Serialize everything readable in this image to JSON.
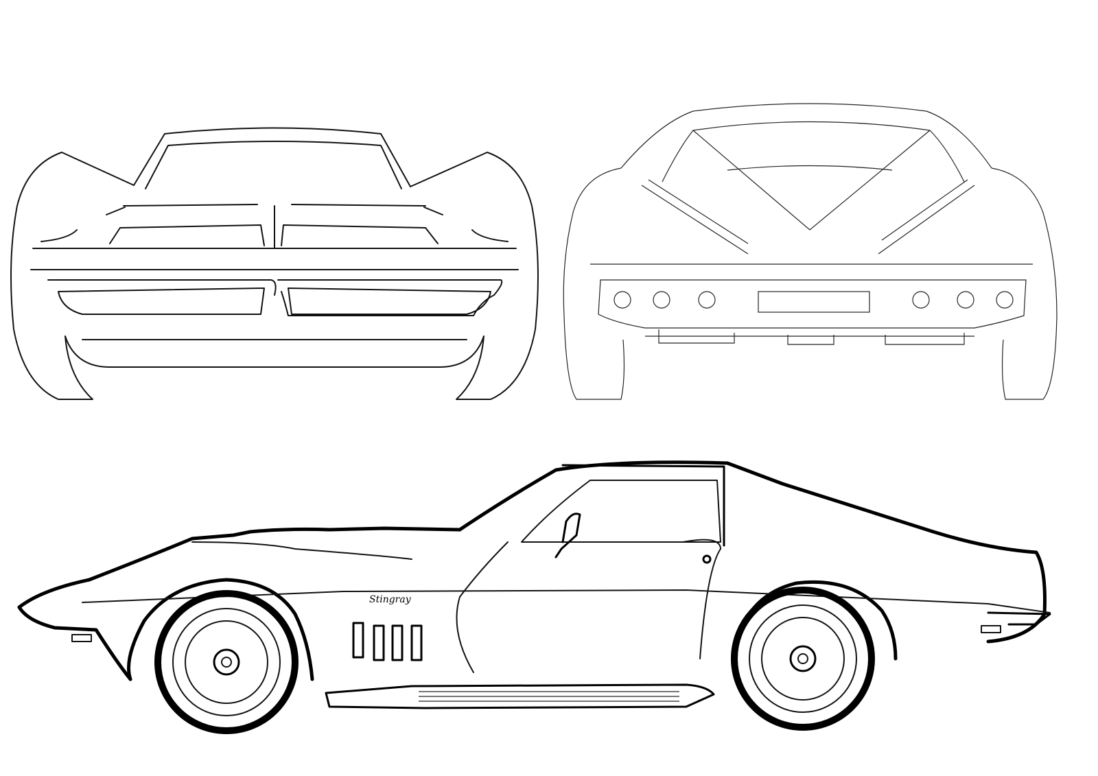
{
  "drawing": {
    "views": [
      "front",
      "rear",
      "side"
    ],
    "line_color": "#000000",
    "background_color": "#ffffff",
    "side_badge_logo": "Stingray"
  }
}
